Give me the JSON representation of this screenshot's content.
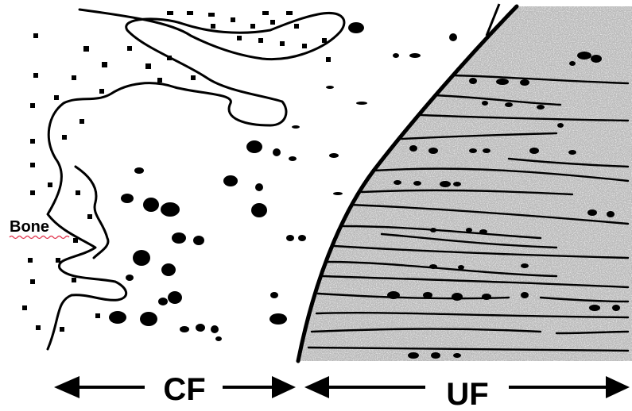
{
  "labels": {
    "bone": "Bone",
    "cf": "CF",
    "uf": "UF"
  },
  "colors": {
    "ink": "#000000",
    "background": "#ffffff",
    "uf_fill": "#b9b9b9",
    "underline": "#e0314a"
  }
}
